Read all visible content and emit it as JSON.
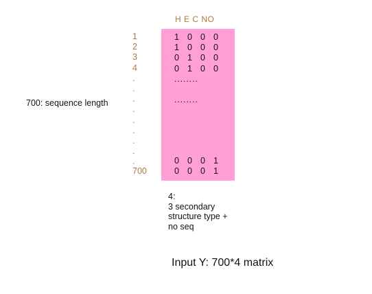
{
  "column_headers": "H  E  C  NO",
  "row_labels": [
    "1",
    "2",
    "3",
    "4",
    ".",
    ".",
    ".",
    ".",
    ".",
    ".",
    ".",
    ".",
    ".",
    "700"
  ],
  "matrix_rows_top": [
    [
      "1",
      "0",
      "0",
      "0"
    ],
    [
      "1",
      "0",
      "0",
      "0"
    ],
    [
      "0",
      "1",
      "0",
      "0"
    ],
    [
      "0",
      "1",
      "0",
      "0"
    ]
  ],
  "ellipsis_1": "........",
  "ellipsis_2": "........",
  "matrix_rows_bottom": [
    [
      "0",
      "0",
      "0",
      "1"
    ],
    [
      "0",
      "0",
      "0",
      "1"
    ]
  ],
  "sequence_length_label": "700: sequence length",
  "caption": {
    "line1": "4:",
    "line2": "3 secondary",
    "line3": "structure type +",
    "line4": "no seq"
  },
  "title": "Input Y: 700*4 matrix",
  "colors": {
    "matrix_fill": "#ff9fd4",
    "label_color": "#b07a3a"
  }
}
